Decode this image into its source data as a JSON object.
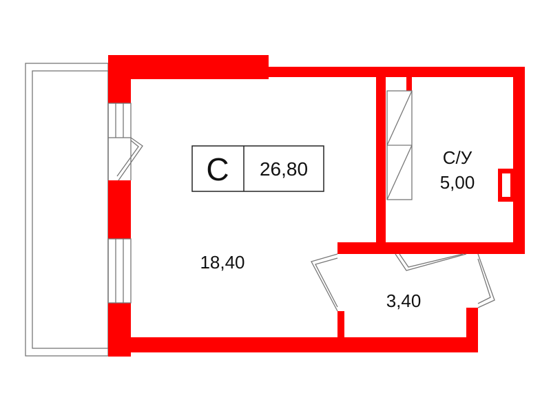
{
  "plan": {
    "wall_color": "#ff0000",
    "line_color": "#777777",
    "badge": {
      "type_letter": "С",
      "total_area": "26,80"
    },
    "rooms": [
      {
        "id": "living-room",
        "area": "18,40"
      },
      {
        "id": "bathroom",
        "name": "С/У",
        "area": "5,00"
      },
      {
        "id": "hallway",
        "area": "3,40"
      }
    ]
  }
}
